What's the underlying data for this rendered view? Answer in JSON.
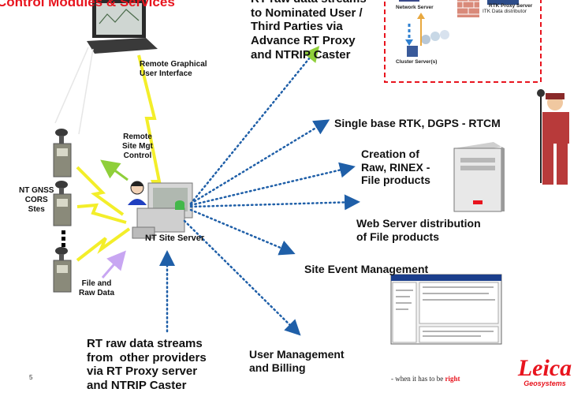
{
  "title": "Control Modules & Services",
  "page_number": "5",
  "center": {
    "server_label": "NT Site Server"
  },
  "left": {
    "stations_label": "NT GNSS\nCORS\nStes",
    "remote_gui_label": "Remote Graphical\nUser Interface",
    "remote_site_label": "Remote\nSite Mgt\nControl",
    "file_raw_label": "File and\nRaw Data"
  },
  "outputs": {
    "rt_nominated": "RT raw data streams\nto Nominated User /\nThird Parties via\nAdvance RT Proxy\nand NTRIP Caster",
    "single_base": "Single base RTK, DGPS - RTCM",
    "creation": "Creation of\nRaw, RINEX -\nFile products",
    "web_server": "Web Server distribution\nof File products",
    "site_event": "Site Event Management",
    "user_mgmt": "User Management\nand Billing",
    "rt_other": "RT raw data streams\nfrom  other providers\nvia RT Proxy server\nand NTRIP Caster"
  },
  "network_box": {
    "network_server": "Network Server",
    "rtk_proxy": "RTK Proxy Server",
    "itk_dist": "ITK Data distributor",
    "cluster": "Cluster Server(s)"
  },
  "footer": {
    "tagline_prefix": "- when it has to be ",
    "tagline_emph": "right",
    "brand": "Leica",
    "brand_sub": "Geosystems"
  },
  "colors": {
    "title": "#e8141e",
    "arrow": "#1f5fa8",
    "bolt": "#f3ee2a",
    "dash_box": "#e8141e"
  }
}
